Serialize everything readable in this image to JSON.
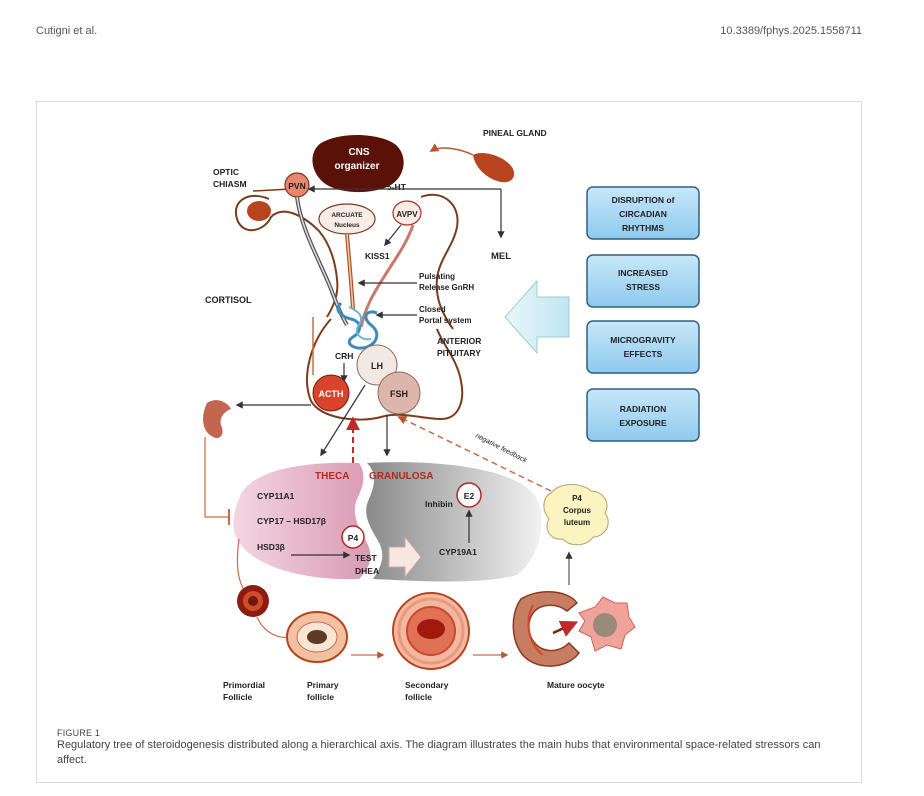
{
  "header": {
    "authors": "Cutigni et al.",
    "doi": "10.3389/fphys.2025.1558711"
  },
  "figure": {
    "label": "FIGURE 1",
    "caption": "Regulatory tree of steroidogenesis distributed along a hierarchical axis. The diagram illustrates the main hubs that environmental space-related stressors can affect."
  },
  "diagram": {
    "pineal_gland": "PINEAL GLAND",
    "cns_line1": "CNS",
    "cns_line2": "organizer",
    "optic_line1": "OPTIC",
    "optic_line2": "CHIASM",
    "pvn": "PVN",
    "five_ht": "5-HT",
    "arcuate_line1": "ARCUATE",
    "arcuate_line2": "Nucleus",
    "avpv": "AVPV",
    "kiss1": "KISS1",
    "mel": "MEL",
    "pulsating_line1": "Pulsating",
    "pulsating_line2": "Release GnRH",
    "closed_line1": "Closed",
    "closed_line2": "Portal system",
    "cortisol": "CORTISOL",
    "anterior_line1": "ANTERIOR",
    "anterior_line2": "PITUITARY",
    "crh": "CRH",
    "lh": "LH",
    "fsh": "FSH",
    "acth": "ACTH",
    "negative_feedback": "negative feedback",
    "theca": "THECA",
    "granulosa": "GRANULOSA",
    "cyp11a1": "CYP11A1",
    "cyp17": "CYP17 – HSD17β",
    "hsd3b": "HSD3β",
    "p4": "P4",
    "test": "TEST",
    "dhea": "DHEA",
    "inhibin": "Inhibin",
    "e2": "E2",
    "cyp19a1": "CYP19A1",
    "corpus_line1": "P4",
    "corpus_line2": "Corpus",
    "corpus_line3": "luteum",
    "primordial_line1": "Primordial",
    "primordial_line2": "Follicle",
    "primary_line1": "Primary",
    "primary_line2": "follicle",
    "secondary_line1": "Secondary",
    "secondary_line2": "follicle",
    "mature": "Mature oocyte",
    "stressors": [
      {
        "line1": "DISRUPTION of",
        "line2": "CIRCADIAN",
        "line3": "RHYTHMS"
      },
      {
        "line1": "INCREASED",
        "line2": "STRESS",
        "line3": ""
      },
      {
        "line1": "MICROGRAVITY",
        "line2": "EFFECTS",
        "line3": ""
      },
      {
        "line1": "RADIATION",
        "line2": "EXPOSURE",
        "line3": ""
      }
    ]
  },
  "colors": {
    "brown": "#7a3a1c",
    "red_dark": "#b02a22",
    "stress_box": "#9fd3f0",
    "stress_border": "#2f5f7f",
    "theca": "#e7b9cb",
    "granulosa": "#b5b5b5",
    "corpus": "#fbf3c0"
  }
}
